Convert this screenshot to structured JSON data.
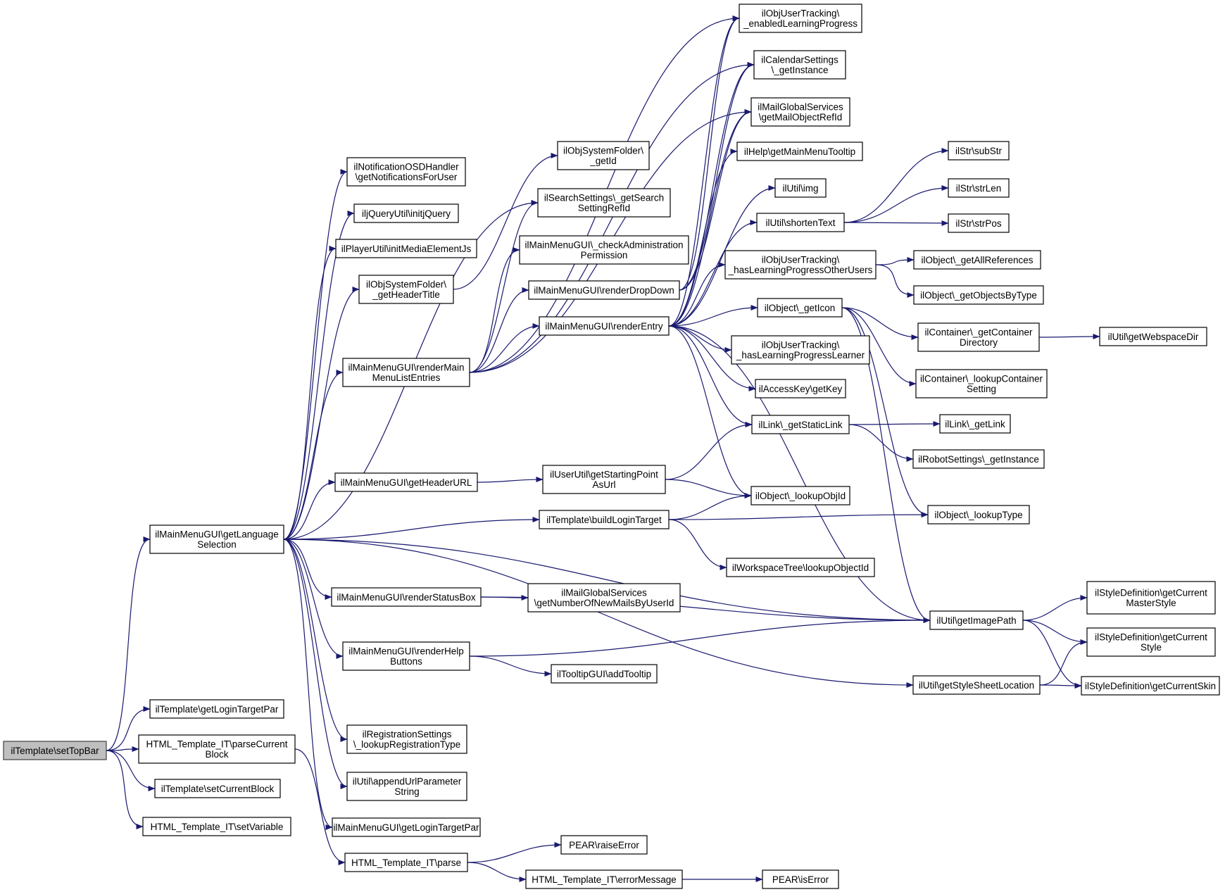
{
  "root": "root",
  "colors": {
    "edge": "#191970",
    "node_border": "#000000",
    "root_fill": "#bfbfbf",
    "background": "#ffffff"
  },
  "nodes": {
    "root": [
      "ilTemplate\\setTopBar"
    ],
    "mm_getLanguageSelection": [
      "ilMainMenuGUI\\getLanguage",
      "Selection"
    ],
    "tpl_getLoginTargetPar": [
      "ilTemplate\\getLoginTargetPar"
    ],
    "it_parseCurrentBlock": [
      "HTML_Template_IT\\parseCurrent",
      "Block"
    ],
    "tpl_setCurrentBlock": [
      "ilTemplate\\setCurrentBlock"
    ],
    "it_setVariable": [
      "HTML_Template_IT\\setVariable"
    ],
    "notif_getNotificationsForUser": [
      "ilNotificationOSDHandler",
      "\\getNotificationsForUser"
    ],
    "jquery_initjQuery": [
      "iljQueryUtil\\initjQuery"
    ],
    "player_initMediaElementJs": [
      "ilPlayerUtil\\initMediaElementJs"
    ],
    "sysfolder_getHeaderTitle": [
      "ilObjSystemFolder\\",
      "_getHeaderTitle"
    ],
    "mm_renderMainMenuListEntries": [
      "ilMainMenuGUI\\renderMain",
      "MenuListEntries"
    ],
    "mm_getHeaderURL": [
      "ilMainMenuGUI\\getHeaderURL"
    ],
    "mm_renderStatusBox": [
      "ilMainMenuGUI\\renderStatusBox"
    ],
    "mm_renderHelpButtons": [
      "ilMainMenuGUI\\renderHelp",
      "Buttons"
    ],
    "reg_lookupRegistrationType": [
      "ilRegistrationSettings",
      "\\_lookupRegistrationType"
    ],
    "util_appendUrlParameterString": [
      "ilUtil\\appendUrlParameter",
      "String"
    ],
    "mm_getLoginTargetPar": [
      "ilMainMenuGUI\\getLoginTargetPar"
    ],
    "it_parse": [
      "HTML_Template_IT\\parse"
    ],
    "sysfolder_getId": [
      "ilObjSystemFolder\\",
      "_getId"
    ],
    "search_getSearchSettingRefId": [
      "ilSearchSettings\\_getSearch",
      "SettingRefId"
    ],
    "mm_checkAdministrationPermission": [
      "ilMainMenuGUI\\_checkAdministration",
      "Permission"
    ],
    "mm_renderDropDown": [
      "ilMainMenuGUI\\renderDropDown"
    ],
    "mm_renderEntry": [
      "ilMainMenuGUI\\renderEntry"
    ],
    "userutil_getStartingPointAsUrl": [
      "ilUserUtil\\getStartingPoint",
      "AsUrl"
    ],
    "tpl_buildLoginTarget": [
      "ilTemplate\\buildLoginTarget"
    ],
    "mail_getNumberOfNewMailsByUserId": [
      "ilMailGlobalServices",
      "\\getNumberOfNewMailsByUserId"
    ],
    "tooltip_addTooltip": [
      "ilTooltipGUI\\addTooltip"
    ],
    "pear_raiseError": [
      "PEAR\\raiseError"
    ],
    "it_errorMessage": [
      "HTML_Template_IT\\errorMessage"
    ],
    "tracking_enabledLearningProgress": [
      "ilObjUserTracking\\",
      "_enabledLearningProgress"
    ],
    "calendar_getInstance": [
      "ilCalendarSettings",
      "\\_getInstance"
    ],
    "mail_getMailObjectRefId": [
      "ilMailGlobalServices",
      "\\getMailObjectRefId"
    ],
    "help_getMainMenuTooltip": [
      "ilHelp\\getMainMenuTooltip"
    ],
    "util_img": [
      "ilUtil\\img"
    ],
    "util_shortenText": [
      "ilUtil\\shortenText"
    ],
    "tracking_hasLearningProgressOtherUsers": [
      "ilObjUserTracking\\",
      "_hasLearningProgressOtherUsers"
    ],
    "object_getIcon": [
      "ilObject\\_getIcon"
    ],
    "tracking_hasLearningProgressLearner": [
      "ilObjUserTracking\\",
      "_hasLearningProgressLearner"
    ],
    "accesskey_getKey": [
      "ilAccessKey\\getKey"
    ],
    "link_getStaticLink": [
      "ilLink\\_getStaticLink"
    ],
    "object_lookupObjId": [
      "ilObject\\_lookupObjId"
    ],
    "workspace_lookupObjectId": [
      "ilWorkspaceTree\\lookupObjectId"
    ],
    "pear_isError": [
      "PEAR\\isError"
    ],
    "str_subStr": [
      "ilStr\\subStr"
    ],
    "str_strLen": [
      "ilStr\\strLen"
    ],
    "str_strPos": [
      "ilStr\\strPos"
    ],
    "object_getAllReferences": [
      "ilObject\\_getAllReferences"
    ],
    "object_getObjectsByType": [
      "ilObject\\_getObjectsByType"
    ],
    "container_getContainerDirectory": [
      "ilContainer\\_getContainer",
      "Directory"
    ],
    "container_lookupContainerSetting": [
      "ilContainer\\_lookupContainer",
      "Setting"
    ],
    "link_getLink": [
      "ilLink\\_getLink"
    ],
    "robot_getInstance": [
      "ilRobotSettings\\_getInstance"
    ],
    "object_lookupType": [
      "ilObject\\_lookupType"
    ],
    "util_getImagePath": [
      "ilUtil\\getImagePath"
    ],
    "util_getStyleSheetLocation": [
      "ilUtil\\getStyleSheetLocation"
    ],
    "util_getWebspaceDir": [
      "ilUtil\\getWebspaceDir"
    ],
    "style_getCurrentMasterStyle": [
      "ilStyleDefinition\\getCurrent",
      "MasterStyle"
    ],
    "style_getCurrentStyle": [
      "ilStyleDefinition\\getCurrent",
      "Style"
    ],
    "style_getCurrentSkin": [
      "ilStyleDefinition\\getCurrentSkin"
    ]
  },
  "edges": [
    [
      "root",
      "mm_getLanguageSelection"
    ],
    [
      "root",
      "tpl_getLoginTargetPar"
    ],
    [
      "root",
      "it_parseCurrentBlock"
    ],
    [
      "root",
      "tpl_setCurrentBlock"
    ],
    [
      "root",
      "it_setVariable"
    ],
    [
      "mm_getLanguageSelection",
      "notif_getNotificationsForUser"
    ],
    [
      "mm_getLanguageSelection",
      "jquery_initjQuery"
    ],
    [
      "mm_getLanguageSelection",
      "player_initMediaElementJs"
    ],
    [
      "mm_getLanguageSelection",
      "sysfolder_getHeaderTitle"
    ],
    [
      "mm_getLanguageSelection",
      "search_getSearchSettingRefId"
    ],
    [
      "mm_getLanguageSelection",
      "mm_renderMainMenuListEntries"
    ],
    [
      "mm_getLanguageSelection",
      "mm_getHeaderURL"
    ],
    [
      "mm_getLanguageSelection",
      "tpl_buildLoginTarget"
    ],
    [
      "mm_getLanguageSelection",
      "util_getImagePath"
    ],
    [
      "mm_getLanguageSelection",
      "mm_renderStatusBox"
    ],
    [
      "mm_getLanguageSelection",
      "mm_renderHelpButtons"
    ],
    [
      "mm_getLanguageSelection",
      "util_getStyleSheetLocation"
    ],
    [
      "mm_getLanguageSelection",
      "reg_lookupRegistrationType"
    ],
    [
      "mm_getLanguageSelection",
      "util_appendUrlParameterString"
    ],
    [
      "mm_getLanguageSelection",
      "mm_getLoginTargetPar"
    ],
    [
      "it_parseCurrentBlock",
      "it_parse"
    ],
    [
      "sysfolder_getHeaderTitle",
      "sysfolder_getId"
    ],
    [
      "mm_renderMainMenuListEntries",
      "search_getSearchSettingRefId"
    ],
    [
      "mm_renderMainMenuListEntries",
      "mm_checkAdministrationPermission"
    ],
    [
      "mm_renderMainMenuListEntries",
      "mm_renderDropDown"
    ],
    [
      "mm_renderMainMenuListEntries",
      "mm_renderEntry"
    ],
    [
      "mm_renderMainMenuListEntries",
      "tracking_enabledLearningProgress"
    ],
    [
      "mm_renderMainMenuListEntries",
      "calendar_getInstance"
    ],
    [
      "mm_renderMainMenuListEntries",
      "mail_getMailObjectRefId"
    ],
    [
      "mm_renderDropDown",
      "tracking_enabledLearningProgress"
    ],
    [
      "mm_renderDropDown",
      "calendar_getInstance"
    ],
    [
      "mm_renderDropDown",
      "mail_getMailObjectRefId"
    ],
    [
      "mm_renderEntry",
      "tracking_enabledLearningProgress"
    ],
    [
      "mm_renderEntry",
      "calendar_getInstance"
    ],
    [
      "mm_renderEntry",
      "mail_getMailObjectRefId"
    ],
    [
      "mm_renderEntry",
      "help_getMainMenuTooltip"
    ],
    [
      "mm_renderEntry",
      "util_img"
    ],
    [
      "mm_renderEntry",
      "util_shortenText"
    ],
    [
      "mm_renderEntry",
      "tracking_hasLearningProgressOtherUsers"
    ],
    [
      "mm_renderEntry",
      "object_getIcon"
    ],
    [
      "mm_renderEntry",
      "tracking_hasLearningProgressLearner"
    ],
    [
      "mm_renderEntry",
      "accesskey_getKey"
    ],
    [
      "mm_renderEntry",
      "link_getStaticLink"
    ],
    [
      "mm_renderEntry",
      "object_lookupObjId"
    ],
    [
      "mm_renderEntry",
      "util_getImagePath"
    ],
    [
      "mm_getHeaderURL",
      "userutil_getStartingPointAsUrl"
    ],
    [
      "userutil_getStartingPointAsUrl",
      "link_getStaticLink"
    ],
    [
      "userutil_getStartingPointAsUrl",
      "object_lookupObjId"
    ],
    [
      "tpl_buildLoginTarget",
      "object_lookupObjId"
    ],
    [
      "tpl_buildLoginTarget",
      "object_lookupType"
    ],
    [
      "tpl_buildLoginTarget",
      "workspace_lookupObjectId"
    ],
    [
      "mm_renderStatusBox",
      "mail_getNumberOfNewMailsByUserId"
    ],
    [
      "mm_renderStatusBox",
      "util_getImagePath"
    ],
    [
      "mm_renderHelpButtons",
      "tooltip_addTooltip"
    ],
    [
      "mm_renderHelpButtons",
      "util_getImagePath"
    ],
    [
      "it_parse",
      "pear_raiseError"
    ],
    [
      "it_parse",
      "it_errorMessage"
    ],
    [
      "it_errorMessage",
      "pear_isError"
    ],
    [
      "util_shortenText",
      "str_subStr"
    ],
    [
      "util_shortenText",
      "str_strLen"
    ],
    [
      "util_shortenText",
      "str_strPos"
    ],
    [
      "tracking_hasLearningProgressOtherUsers",
      "object_getAllReferences"
    ],
    [
      "tracking_hasLearningProgressOtherUsers",
      "object_getObjectsByType"
    ],
    [
      "object_getIcon",
      "container_getContainerDirectory"
    ],
    [
      "object_getIcon",
      "container_lookupContainerSetting"
    ],
    [
      "object_getIcon",
      "object_lookupType"
    ],
    [
      "object_getIcon",
      "util_getImagePath"
    ],
    [
      "container_getContainerDirectory",
      "util_getWebspaceDir"
    ],
    [
      "link_getStaticLink",
      "link_getLink"
    ],
    [
      "link_getStaticLink",
      "robot_getInstance"
    ],
    [
      "util_getImagePath",
      "style_getCurrentMasterStyle"
    ],
    [
      "util_getImagePath",
      "style_getCurrentStyle"
    ],
    [
      "util_getImagePath",
      "style_getCurrentSkin"
    ],
    [
      "util_getStyleSheetLocation",
      "style_getCurrentStyle"
    ],
    [
      "util_getStyleSheetLocation",
      "style_getCurrentSkin"
    ]
  ]
}
